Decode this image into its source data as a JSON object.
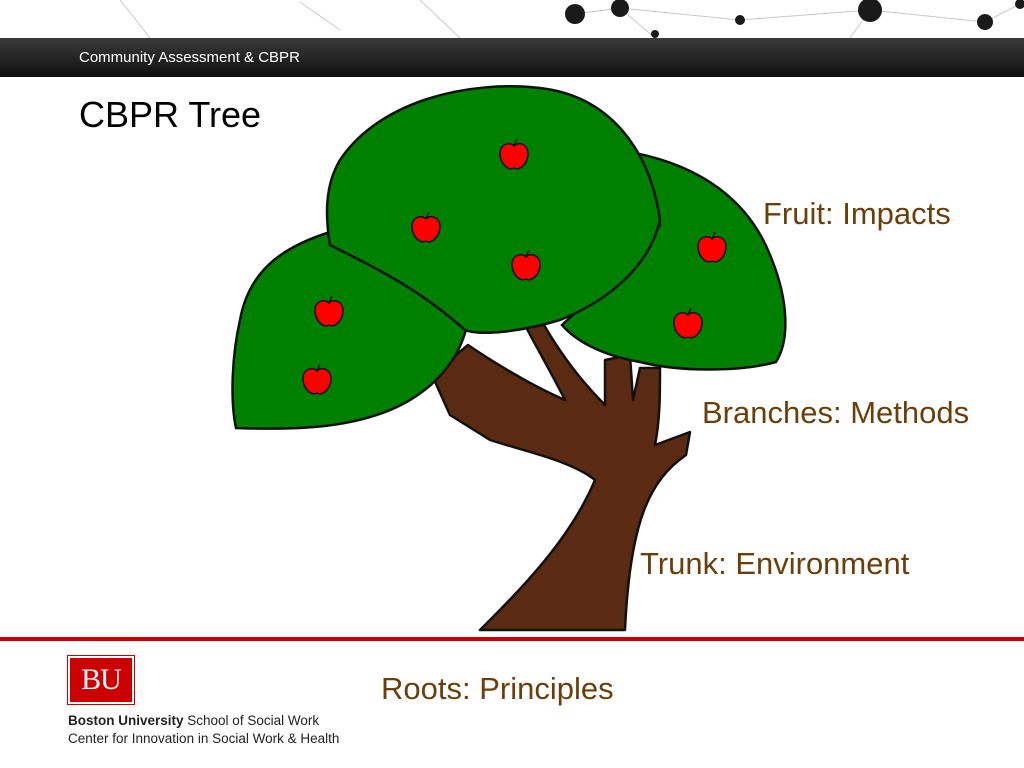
{
  "header": {
    "text": "Community Assessment & CBPR"
  },
  "slide": {
    "title": "CBPR Tree"
  },
  "labels": {
    "fruit": "Fruit: Impacts",
    "branches": "Branches: Methods",
    "trunk": "Trunk: Environment",
    "roots": "Roots: Principles"
  },
  "footer": {
    "logo": "BU",
    "university": "Boston University",
    "school": " School of Social Work",
    "center": "Center for Innovation in Social Work & Health"
  },
  "colors": {
    "header_bg": "#1a1a1a",
    "label_brown": "#6b3e0a",
    "foliage": "#008000",
    "trunk": "#5a2a12",
    "apple": "#ff0000",
    "footer_red": "#cc0000"
  },
  "icons": {
    "apple": "apple-icon",
    "network": "network-background-icon"
  }
}
